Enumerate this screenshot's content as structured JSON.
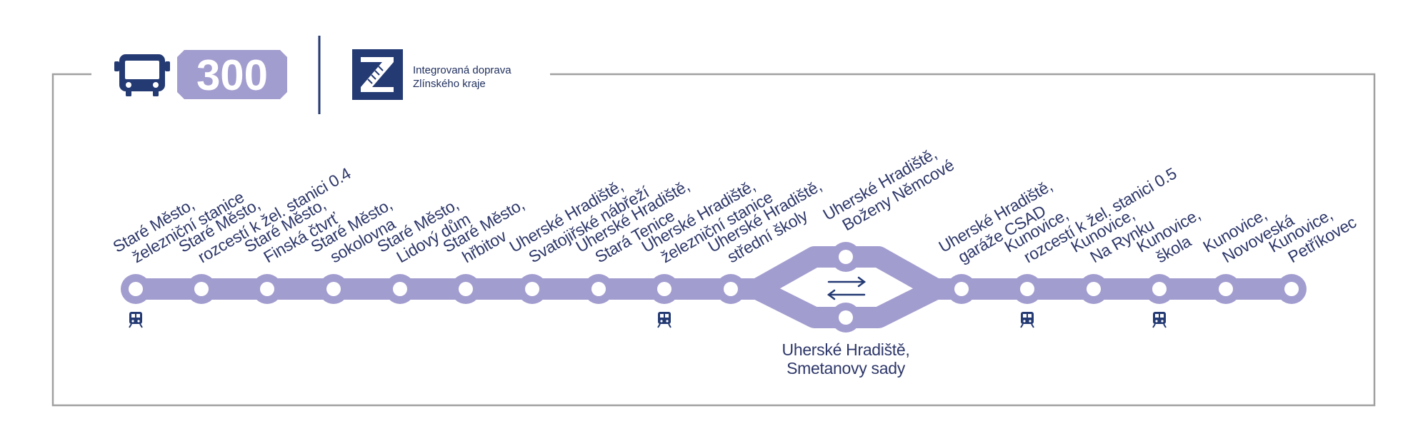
{
  "route": {
    "number": "300",
    "operator_line1": "Integrovaná doprava",
    "operator_line2": "Zlínského kraje"
  },
  "colors": {
    "line": "#a29dcf",
    "text": "#2d3769",
    "frame": "#a0a0a0",
    "logo_bg": "#243a73"
  },
  "icons": {
    "vehicle": "bus-icon",
    "logo": "izs-zlin-logo-icon",
    "railway": "train-icon",
    "direction": "bidirectional-arrows-icon"
  },
  "stops": [
    {
      "name_line1": "Staré Město,",
      "name_line2": "železniční stanice",
      "train": true
    },
    {
      "name_line1": "Staré Město,",
      "name_line2": "rozcestí k žel. stanici 0.4",
      "train": false
    },
    {
      "name_line1": "Staré Město,",
      "name_line2": "Finská čtvrť",
      "train": false
    },
    {
      "name_line1": "Staré Město,",
      "name_line2": "sokolovna",
      "train": false
    },
    {
      "name_line1": "Staré Město,",
      "name_line2": "Lidový dům",
      "train": false
    },
    {
      "name_line1": "Staré Město,",
      "name_line2": "hřbitov",
      "train": false
    },
    {
      "name_line1": "Uherské Hradiště,",
      "name_line2": "Svatojiřské nábřeží",
      "train": false
    },
    {
      "name_line1": "Uherské Hradiště,",
      "name_line2": "Stará Tenice",
      "train": false
    },
    {
      "name_line1": "Uherské Hradiště,",
      "name_line2": "železniční stanice",
      "train": true
    },
    {
      "name_line1": "Uherské Hradiště,",
      "name_line2": "střední školy",
      "train": false
    },
    {
      "name_line1": "Uherské Hradiště,",
      "name_line2": "Boženy Němcové",
      "train": false,
      "branch": "upper"
    },
    {
      "name_line1": "Uherské Hradiště,",
      "name_line2": "Smetanovy sady",
      "train": false,
      "branch": "lower"
    },
    {
      "name_line1": "Uherské Hradiště,",
      "name_line2": "garáže CSAD",
      "train": false
    },
    {
      "name_line1": "Kunovice,",
      "name_line2": "rozcestí k žel. stanici 0.5",
      "train": true
    },
    {
      "name_line1": "Kunovice,",
      "name_line2": "Na Rynku",
      "train": false
    },
    {
      "name_line1": "Kunovice,",
      "name_line2": "škola",
      "train": true
    },
    {
      "name_line1": "Kunovice,",
      "name_line2": "Novoveská",
      "train": false
    },
    {
      "name_line1": "Kunovice,",
      "name_line2": "Petříkovec",
      "train": false
    }
  ]
}
